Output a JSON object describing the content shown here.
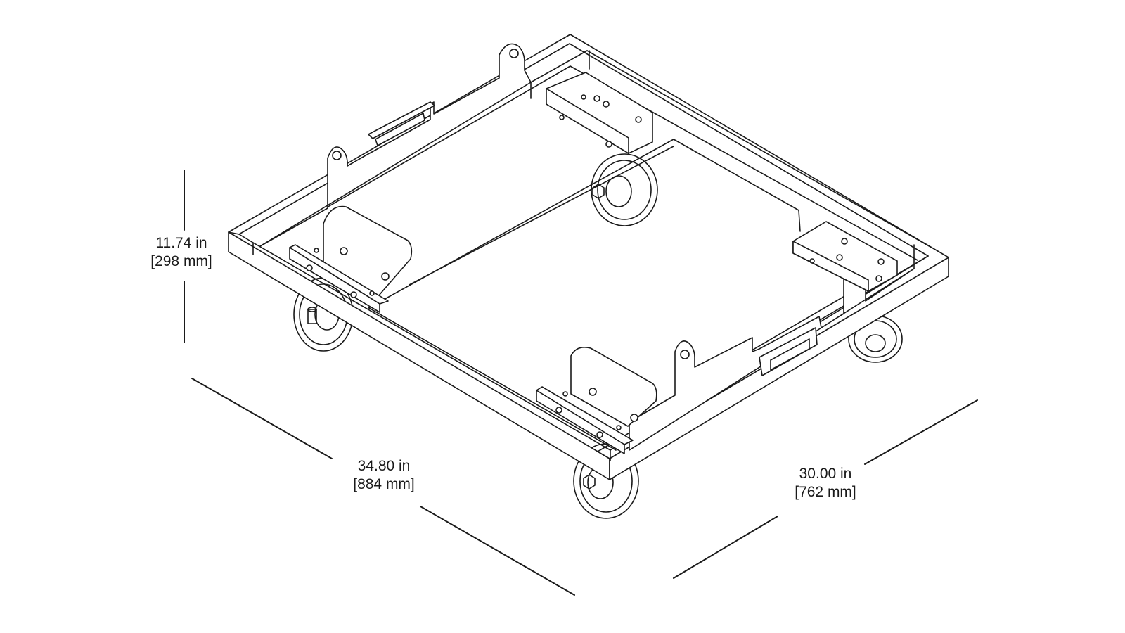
{
  "dimensions": {
    "height": {
      "imperial": "11.74 in",
      "metric": "[298 mm]"
    },
    "length": {
      "imperial": "34.80 in",
      "metric": "[884 mm]"
    },
    "width": {
      "imperial": "30.00 in",
      "metric": "[762 mm]"
    }
  },
  "colors": {
    "line": "#1a1a1a",
    "background": "#ffffff"
  }
}
